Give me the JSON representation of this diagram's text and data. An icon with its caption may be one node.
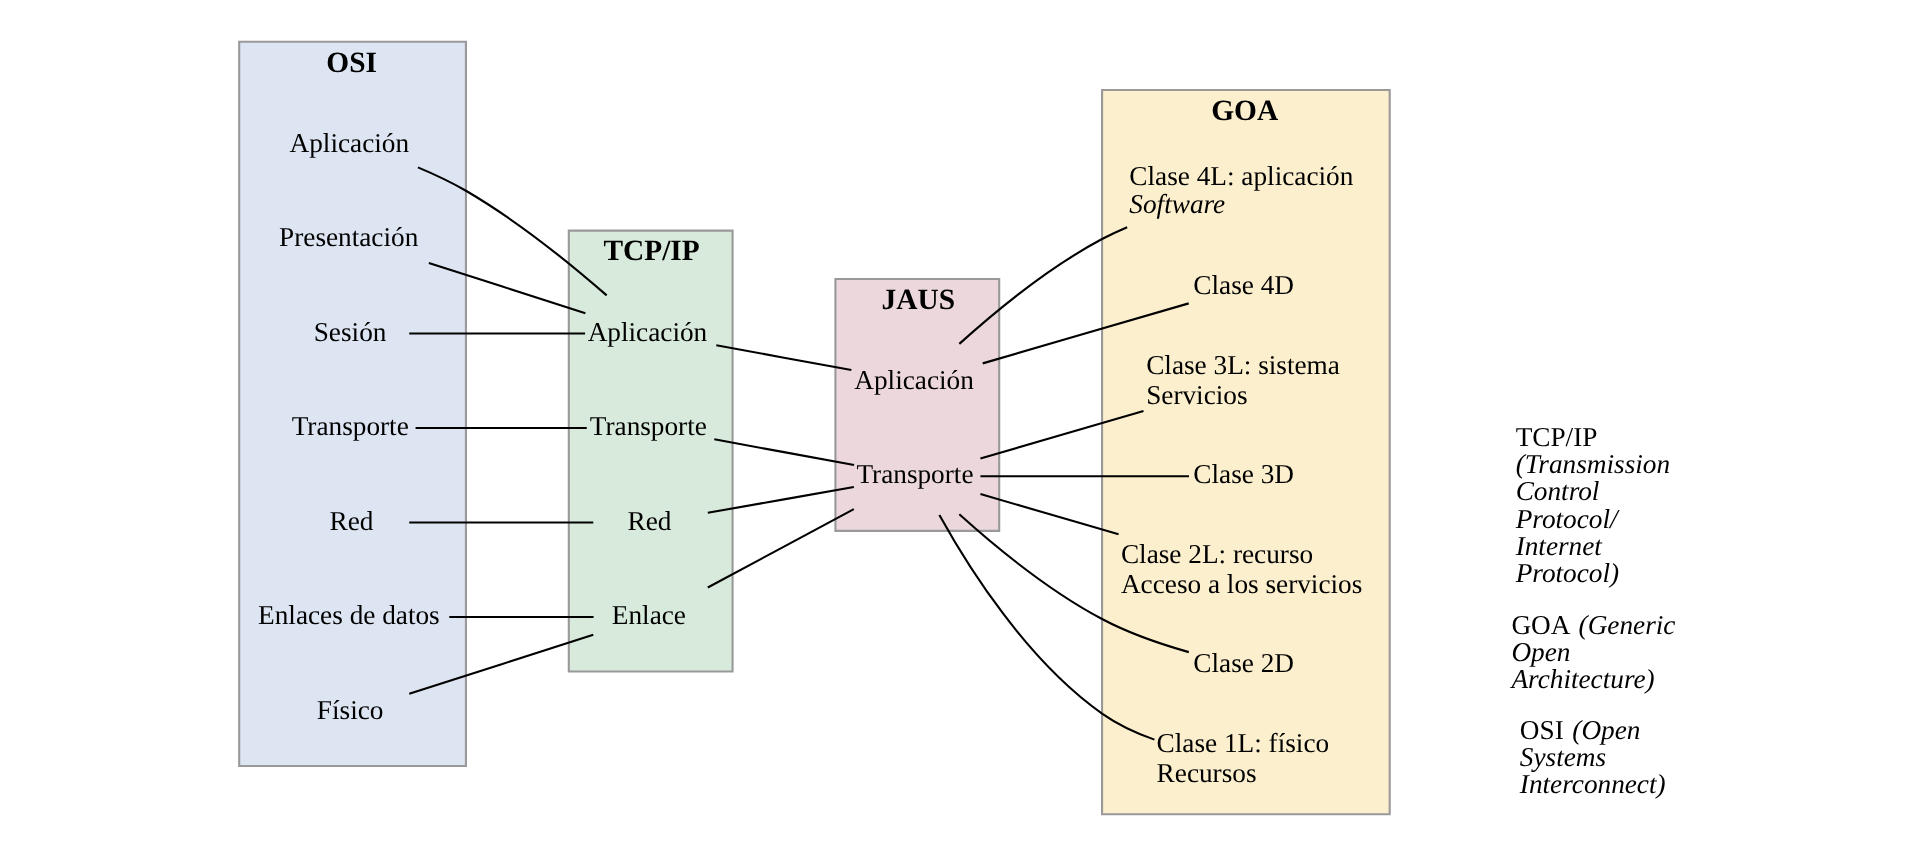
{
  "diagram": {
    "nodes": [
      {
        "text": [
          "OSI"
        ]
      },
      {
        "text": [
          "TCP/IP"
        ]
      },
      {
        "text": [
          "JAUS"
        ]
      },
      {
        "text": [
          "GOA"
        ]
      },
      {
        "text": [
          "Aplicación"
        ],
        "in": 0
      },
      {
        "text": [
          "Presentación"
        ],
        "in": 0
      },
      {
        "text": [
          "Sesión"
        ],
        "in": 0
      },
      {
        "text": [
          "Transporte"
        ],
        "in": 0
      },
      {
        "text": [
          "Red"
        ],
        "in": 0
      },
      {
        "text": [
          "Enlaces de datos"
        ],
        "in": 0
      },
      {
        "text": [
          "Físico"
        ],
        "in": 0
      },
      {
        "text": [
          "Aplicación"
        ],
        "in": 1
      },
      {
        "text": [
          "Transporte"
        ],
        "in": 1
      },
      {
        "text": [
          "Red"
        ],
        "in": 1
      },
      {
        "text": [
          "Enlace"
        ],
        "in": 1
      },
      {
        "text": [
          "Aplicación"
        ],
        "in": 2
      },
      {
        "text": [
          "Transporte"
        ],
        "in": 2
      },
      {
        "text": [
          "Clase 4L: aplicación",
          "Software"
        ],
        "in": 3
      },
      {
        "text": [
          "Clase 4D"
        ],
        "in": 3
      },
      {
        "text": [
          "Clase 3L: sistema",
          "Servicios"
        ],
        "in": 3
      },
      {
        "text": [
          "Clase 3D"
        ],
        "in": 3
      },
      {
        "text": [
          "Clase 2L: recurso",
          "Acceso a los servicios"
        ],
        "in": 3
      },
      {
        "text": [
          "Clase 2D"
        ],
        "in": 3
      },
      {
        "text": [
          "Clase 1L: físico",
          "Recursos"
        ],
        "in": 3
      }
    ],
    "edges": [
      {
        "from": 4,
        "to": 11,
        "arrow": "none"
      },
      {
        "from": 5,
        "to": 11,
        "arrow": "none"
      },
      {
        "from": 6,
        "to": 11,
        "arrow": "none"
      },
      {
        "from": 7,
        "to": 12,
        "arrow": "none"
      },
      {
        "from": 8,
        "to": 13,
        "arrow": "none"
      },
      {
        "from": 9,
        "to": 14,
        "arrow": "none"
      },
      {
        "from": 10,
        "to": 14,
        "arrow": "none"
      },
      {
        "from": 11,
        "to": 15,
        "arrow": "none"
      },
      {
        "from": 12,
        "to": 16,
        "arrow": "none"
      },
      {
        "from": 13,
        "to": 16,
        "arrow": "none"
      },
      {
        "from": 14,
        "to": 16,
        "arrow": "none"
      },
      {
        "from": 15,
        "to": 17,
        "arrow": "none"
      },
      {
        "from": 15,
        "to": 18,
        "arrow": "none"
      },
      {
        "from": 16,
        "to": 19,
        "arrow": "none"
      },
      {
        "from": 16,
        "to": 20,
        "arrow": "none"
      },
      {
        "from": 16,
        "to": 21,
        "arrow": "none"
      },
      {
        "from": 16,
        "to": 22,
        "arrow": "none"
      },
      {
        "from": 16,
        "to": 23,
        "arrow": "none"
      }
    ],
    "labels": [
      "OSI *(Open Systems Interconnect)*",
      "GOA *(Generic Open Architecture)*",
      "TCP/IP *(Transmission Control Protocol/ Internet Protocol)*"
    ]
  }
}
